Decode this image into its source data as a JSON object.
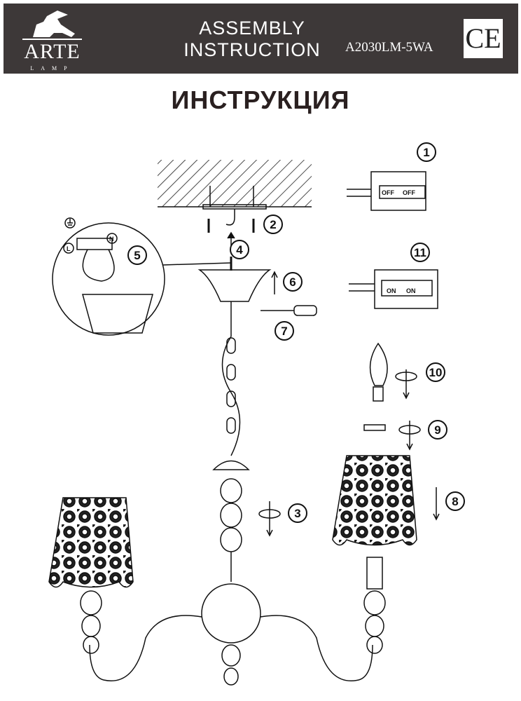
{
  "header": {
    "brand": "ARTE",
    "brand_sub": "LAMP",
    "title_line1": "ASSEMBLY",
    "title_line2": "INSTRUCTION",
    "model": "A2030LM-5WA",
    "mark": "CE"
  },
  "title": "ИНСТРУКЦИЯ",
  "steps": [
    "1",
    "2",
    "3",
    "4",
    "5",
    "6",
    "7",
    "8",
    "9",
    "10",
    "11"
  ],
  "wire_labels": {
    "live": "L",
    "neutral": "N"
  },
  "switch": {
    "off": "OFF",
    "on": "ON"
  }
}
